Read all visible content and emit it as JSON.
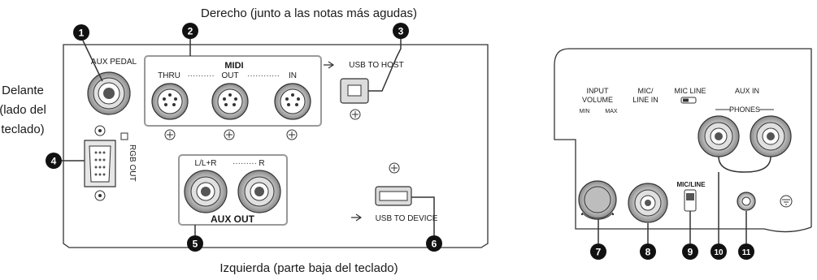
{
  "captions": {
    "top": "Derecho (junto a las notas más agudas)",
    "bottom": "Izquierda (parte baja del teclado)",
    "front_line1": "Delante",
    "front_line2": "(lado del",
    "front_line3": "teclado)"
  },
  "left_panel": {
    "aux_pedal": "AUX PEDAL",
    "midi": "MIDI",
    "thru": "THRU",
    "out": "OUT",
    "in": "IN",
    "usb_to_host": "USB TO HOST",
    "rgb_out": "RGB OUT",
    "aux_out_lr": "L/L+R",
    "aux_out_r": "R",
    "aux_out": "AUX OUT",
    "usb_to_device": "USB TO DEVICE"
  },
  "right_panel": {
    "input_volume_1": "INPUT",
    "input_volume_2": "VOLUME",
    "min": "MIN",
    "max": "MAX",
    "mic_line_in_1": "MIC/",
    "mic_line_in_2": "LINE IN",
    "mic_line_switch": "MIC  LINE",
    "aux_in": "AUX IN",
    "phones": "PHONES",
    "mic_line_small": "MIC/LINE"
  },
  "callouts": [
    "1",
    "2",
    "3",
    "4",
    "5",
    "6",
    "7",
    "8",
    "9",
    "10",
    "11"
  ]
}
